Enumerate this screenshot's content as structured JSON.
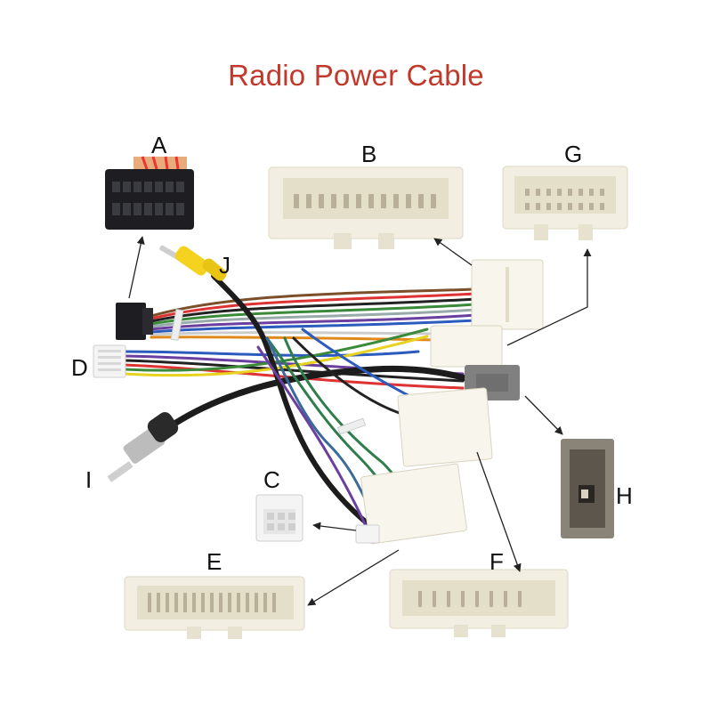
{
  "title": "Radio Power Cable",
  "colors": {
    "title": "#c0392b",
    "connector_white": "#f2efe2",
    "connector_black": "#1e1e22",
    "connector_gray": "#808080",
    "rca_yellow": "#f4d21f"
  },
  "connectors": [
    {
      "label": "A",
      "kind": "black 16-pin radio plug"
    },
    {
      "label": "B",
      "kind": "white multi-pin plug"
    },
    {
      "label": "G",
      "kind": "white multi-pin plug"
    },
    {
      "label": "J",
      "kind": "yellow RCA plug"
    },
    {
      "label": "D",
      "kind": "white small multi-pin plug"
    },
    {
      "label": "I",
      "kind": "antenna plug"
    },
    {
      "label": "C",
      "kind": "white small square plug"
    },
    {
      "label": "H",
      "kind": "gray plug"
    },
    {
      "label": "E",
      "kind": "white multi-pin plug"
    },
    {
      "label": "F",
      "kind": "white multi-pin plug"
    }
  ]
}
